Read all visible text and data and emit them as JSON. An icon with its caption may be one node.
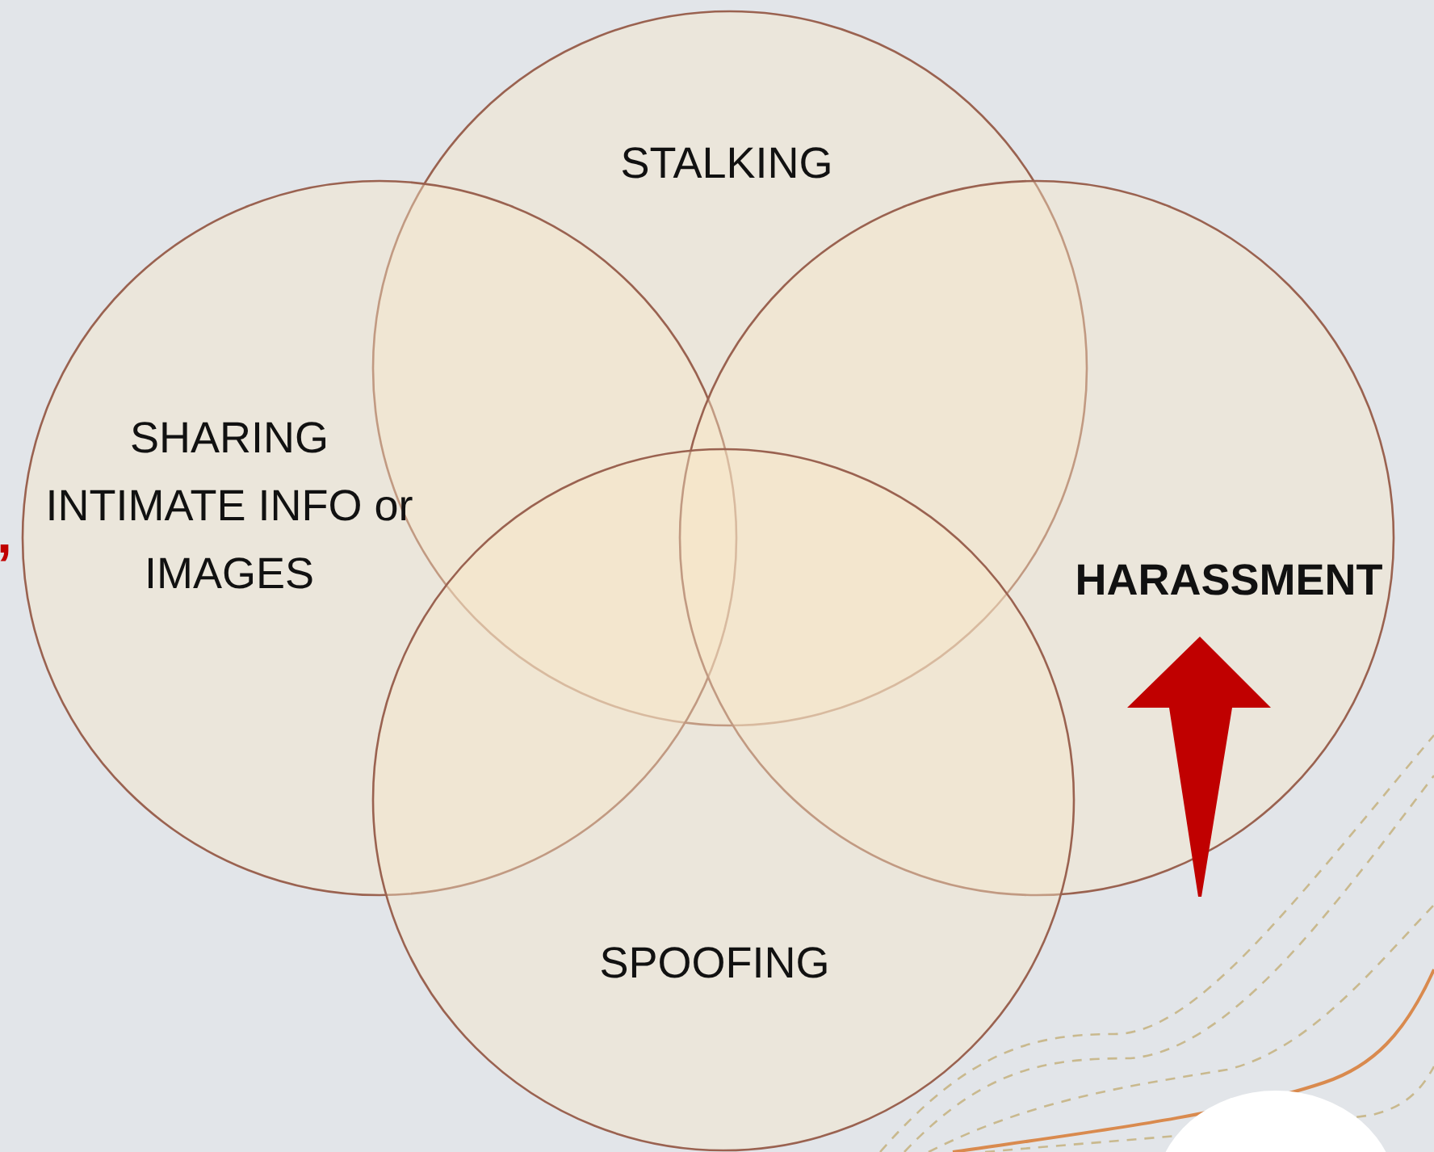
{
  "diagram": {
    "nodes": [
      {
        "text": [
          "STALKING"
        ]
      },
      {
        "text": [
          "SHARING INTIMATE INFO or IMAGES"
        ]
      },
      {
        "text": [
          "HARASSMENT"
        ]
      },
      {
        "text": [
          "SPOOFING"
        ]
      }
    ],
    "labels": [
      ","
    ]
  }
}
